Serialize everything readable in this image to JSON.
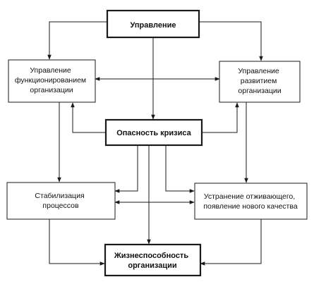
{
  "nodes": {
    "management": {
      "lines": [
        "Управление"
      ],
      "bold": true
    },
    "functioning": {
      "lines": [
        "Управление",
        "функционированием",
        "организации"
      ],
      "bold": false
    },
    "development": {
      "lines": [
        "Управление",
        "развитием",
        "организации"
      ],
      "bold": false
    },
    "crisis_danger": {
      "lines": [
        "Опасность кризиса"
      ],
      "bold": true
    },
    "stabilization": {
      "lines": [
        "Стабилизация",
        "процессов"
      ],
      "bold": false
    },
    "elimination": {
      "lines": [
        "Устранение отживающего,",
        "появление нового качества"
      ],
      "bold": false
    },
    "viability": {
      "lines": [
        "Жизнеспособность",
        "организации"
      ],
      "bold": true
    }
  }
}
